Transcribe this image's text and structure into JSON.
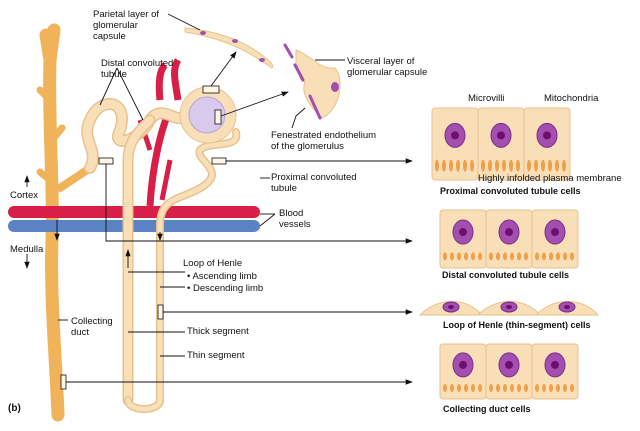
{
  "panel_label": "(b)",
  "colors": {
    "tubule": "#f9dfb8",
    "tubule_outline": "#e8c28e",
    "collecting_duct": "#f0b35a",
    "artery": "#d81f48",
    "vein": "#5b83c4",
    "nucleus": "#a44fb0",
    "nucleolus": "#6d0f6f",
    "mitochondria": "#f0a04b",
    "glomerulus": "#d9c9ec"
  },
  "labels": {
    "parietal_layer": "Parietal layer of\nglomerular\ncapsule",
    "distal_tubule": "Distal convoluted\ntubule",
    "visceral_layer": "Visceral layer of\nglomerular capsule",
    "fenestrated": "Fenestrated endothelium\nof the glomerulus",
    "proximal_tubule": "Proximal convoluted\ntubule",
    "blood_vessels": "Blood\nvessels",
    "cortex": "Cortex",
    "medulla": "Medulla",
    "loop_of_henle": "Loop of Henle",
    "ascending_limb": "• Ascending limb",
    "descending_limb": "• Descending limb",
    "thick_segment": "Thick segment",
    "thin_segment": "Thin segment",
    "collecting_duct": "Collecting\nduct",
    "microvilli": "Microvilli",
    "mitochondria": "Mitochondria",
    "infolded_membrane": "Highly infolded plasma membrane"
  },
  "cell_panels": [
    {
      "caption": "Proximal convoluted tubule cells"
    },
    {
      "caption": "Distal convoluted tubule cells"
    },
    {
      "caption": "Loop of Henle (thin-segment) cells"
    },
    {
      "caption": "Collecting duct cells"
    }
  ]
}
